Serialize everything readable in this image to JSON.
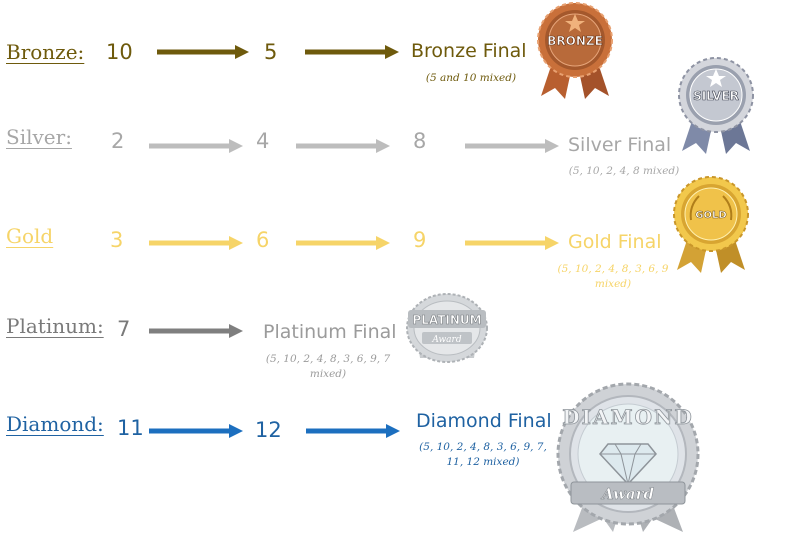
{
  "colors": {
    "bronze": "#6e5a0c",
    "silver_text": "#a7a7a7",
    "silver_arrow": "#bdbdbd",
    "gold": "#f6d468",
    "platinum_label": "#7a7a7a",
    "platinum_text": "#9b9b9b",
    "platinum_arrow": "#7f7f7f",
    "diamond": "#1f62a2",
    "diamond_arrow": "#1c6fbf"
  },
  "rows": {
    "bronze": {
      "label": "Bronze:",
      "steps": [
        "10",
        "5"
      ],
      "final": "Bronze Final",
      "note": "(5 and 10 mixed)",
      "badge_text": "BRONZE",
      "badge_icon": "bronze-award-rosette-icon"
    },
    "silver": {
      "label": "Silver:",
      "steps": [
        "2",
        "4",
        "8"
      ],
      "final": "Silver Final",
      "note": "(5, 10, 2, 4, 8 mixed)",
      "badge_text": "SILVER",
      "badge_icon": "silver-award-rosette-icon"
    },
    "gold": {
      "label": "Gold",
      "steps": [
        "3",
        "6",
        "9"
      ],
      "final": "Gold Final",
      "note_line1": "(5, 10, 2, 4, 8, 3, 6, 9",
      "note_line2": "mixed)",
      "badge_text": "GOLD",
      "badge_icon": "gold-award-rosette-icon"
    },
    "platinum": {
      "label": "Platinum:",
      "steps": [
        "7"
      ],
      "final": "Platinum Final",
      "note_line1": "(5, 10, 2, 4, 8, 3, 6, 9, 7",
      "note_line2": "mixed)",
      "badge_text": "PLATINUM",
      "badge_subtext": "Award",
      "badge_icon": "platinum-award-seal-icon"
    },
    "diamond": {
      "label": "Diamond:",
      "steps": [
        "11",
        "12"
      ],
      "final": "Diamond Final",
      "note_line1": "(5, 10, 2, 4, 8, 3, 6, 9, 7,",
      "note_line2": "11, 12 mixed)",
      "badge_text": "DIAMOND",
      "badge_subtext": "Award",
      "badge_icon": "diamond-award-seal-icon"
    }
  }
}
